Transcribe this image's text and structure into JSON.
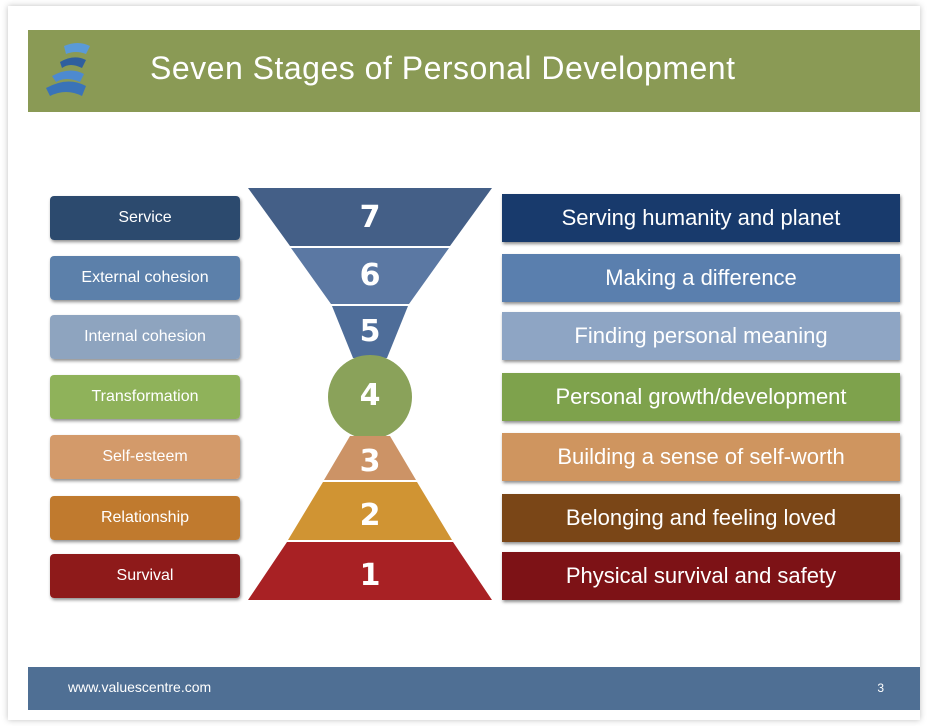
{
  "title": "Seven Stages of Personal Development",
  "footer": {
    "url": "www.valuescentre.com",
    "page": "3"
  },
  "stages": [
    {
      "number": "7",
      "name": "Service",
      "description": "Serving humanity and planet",
      "color_left": "#2c4a6e",
      "color_right": "#183a6c"
    },
    {
      "number": "6",
      "name": "External cohesion",
      "description": "Making a difference",
      "color_left": "#5c80aa",
      "color_right": "#5a7fae"
    },
    {
      "number": "5",
      "name": "Internal cohesion",
      "description": "Finding personal meaning",
      "color_left": "#8ea4bf",
      "color_right": "#8ea5c4"
    },
    {
      "number": "4",
      "name": "Transformation",
      "description": "Personal growth/development",
      "color_left": "#8fb25a",
      "color_right": "#7ea24c"
    },
    {
      "number": "3",
      "name": "Self-esteem",
      "description": "Building a sense of self-worth",
      "color_left": "#d39a6a",
      "color_right": "#cf955f"
    },
    {
      "number": "2",
      "name": "Relationship",
      "description": "Belonging and feeling loved",
      "color_left": "#c07a2e",
      "color_right": "#7a4617"
    },
    {
      "number": "1",
      "name": "Survival",
      "description": "Physical survival and safety",
      "color_left": "#8e1a1a",
      "color_right": "#7d1216"
    }
  ],
  "colors": {
    "title_bar": "#8a9a55",
    "footer_bar": "#4f6f94"
  }
}
